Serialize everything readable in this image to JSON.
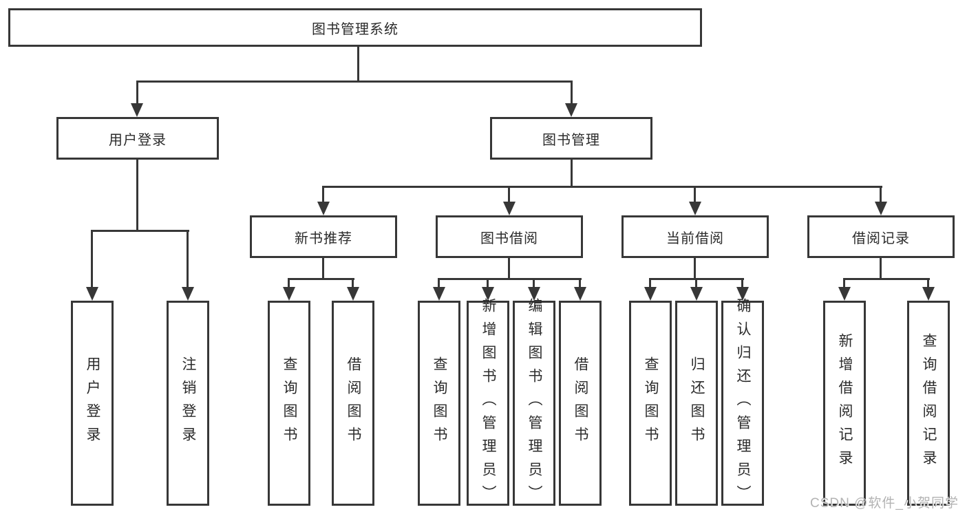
{
  "root": {
    "label": "图书管理系统"
  },
  "user_login": {
    "label": "用户登录",
    "children": [
      "用户登录",
      "注销登录"
    ]
  },
  "book_management": {
    "label": "图书管理",
    "modules": [
      {
        "label": "新书推荐",
        "children": [
          "查询图书",
          "借阅图书"
        ]
      },
      {
        "label": "图书借阅",
        "children": [
          "查询图书",
          "新增图书（管理员）",
          "编辑图书（管理员）",
          "借阅图书"
        ]
      },
      {
        "label": "当前借阅",
        "children": [
          "查询图书",
          "归还图书",
          "确认归还（管理员）"
        ]
      },
      {
        "label": "借阅记录",
        "children": [
          "新增借阅记录",
          "查询借阅记录"
        ]
      }
    ]
  },
  "watermark": "CSDN @软件_小贺同学",
  "colors": {
    "line": "#373737",
    "text": "#2b2b2b",
    "watermark": "#b3b3b3",
    "background": "#ffffff"
  }
}
